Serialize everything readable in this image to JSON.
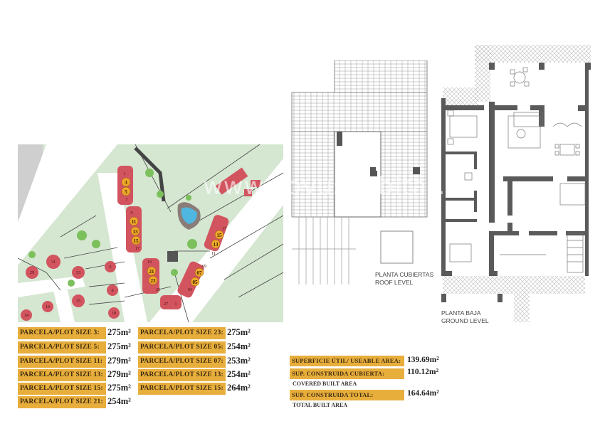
{
  "site_map": {
    "plots_highlighted": [
      "3",
      "5",
      "11",
      "13",
      "15",
      "21",
      "23",
      "15",
      "13",
      "07",
      "05"
    ],
    "plots_other": [
      "1",
      "7",
      "9",
      "17",
      "19",
      "25",
      "27",
      "1",
      "17",
      "11",
      "09",
      "03",
      "31",
      "29",
      "33",
      "6",
      "8",
      "35",
      "16",
      "14",
      "10"
    ]
  },
  "plot_sizes_left": [
    {
      "label": "PARCELA/PLOT SIZE 3:",
      "value": "275m²"
    },
    {
      "label": "PARCELA/PLOT SIZE 5:",
      "value": "275m²"
    },
    {
      "label": "PARCELA/PLOT SIZE 11:",
      "value": "279m²"
    },
    {
      "label": "PARCELA/PLOT SIZE 13:",
      "value": "279m²"
    },
    {
      "label": "PARCELA/PLOT SIZE 15:",
      "value": "275m²"
    },
    {
      "label": "PARCELA/PLOT SIZE 21:",
      "value": "254m²"
    }
  ],
  "plot_sizes_right": [
    {
      "label": "PARCELA/PLOT SIZE 23:",
      "value": "275m²"
    },
    {
      "label": "PARCELA/PLOT SIZE 05:",
      "value": "254m²"
    },
    {
      "label": "PARCELA/PLOT SIZE 07:",
      "value": "253m²"
    },
    {
      "label": "PARCELA/PLOT SIZE 13:",
      "value": "254m²"
    },
    {
      "label": "PARCELA/PLOT SIZE 15:",
      "value": "264m²"
    }
  ],
  "areas": [
    {
      "label": "SUPERFICIE ÚTIL/ USEABLE AREA:",
      "sub": "",
      "value": "139.69m²"
    },
    {
      "label": "SUP. CONSTRUIDA CUBIERTA:",
      "sub": "COVERED BUILT AREA",
      "value": "110.12m²"
    },
    {
      "label": "SUP. CONSTRUIDA TOTAL:",
      "sub": "TOTAL BUILT AREA",
      "value": "164.64m²"
    }
  ],
  "roof_plan": {
    "title_es": "PLANTA CUBIERTAS",
    "title_en": "ROOF LEVEL"
  },
  "ground_plan": {
    "title_es": "PLANTA BAJA",
    "title_en": "GROUND LEVEL"
  },
  "watermark": "www.novushabitat.es",
  "colors": {
    "label_bg": "#e8ae3c",
    "map_green": "#d5e6d1",
    "house_red": "#d2545e",
    "highlight": "#f0a92a",
    "wall": "#5a5a5a"
  }
}
